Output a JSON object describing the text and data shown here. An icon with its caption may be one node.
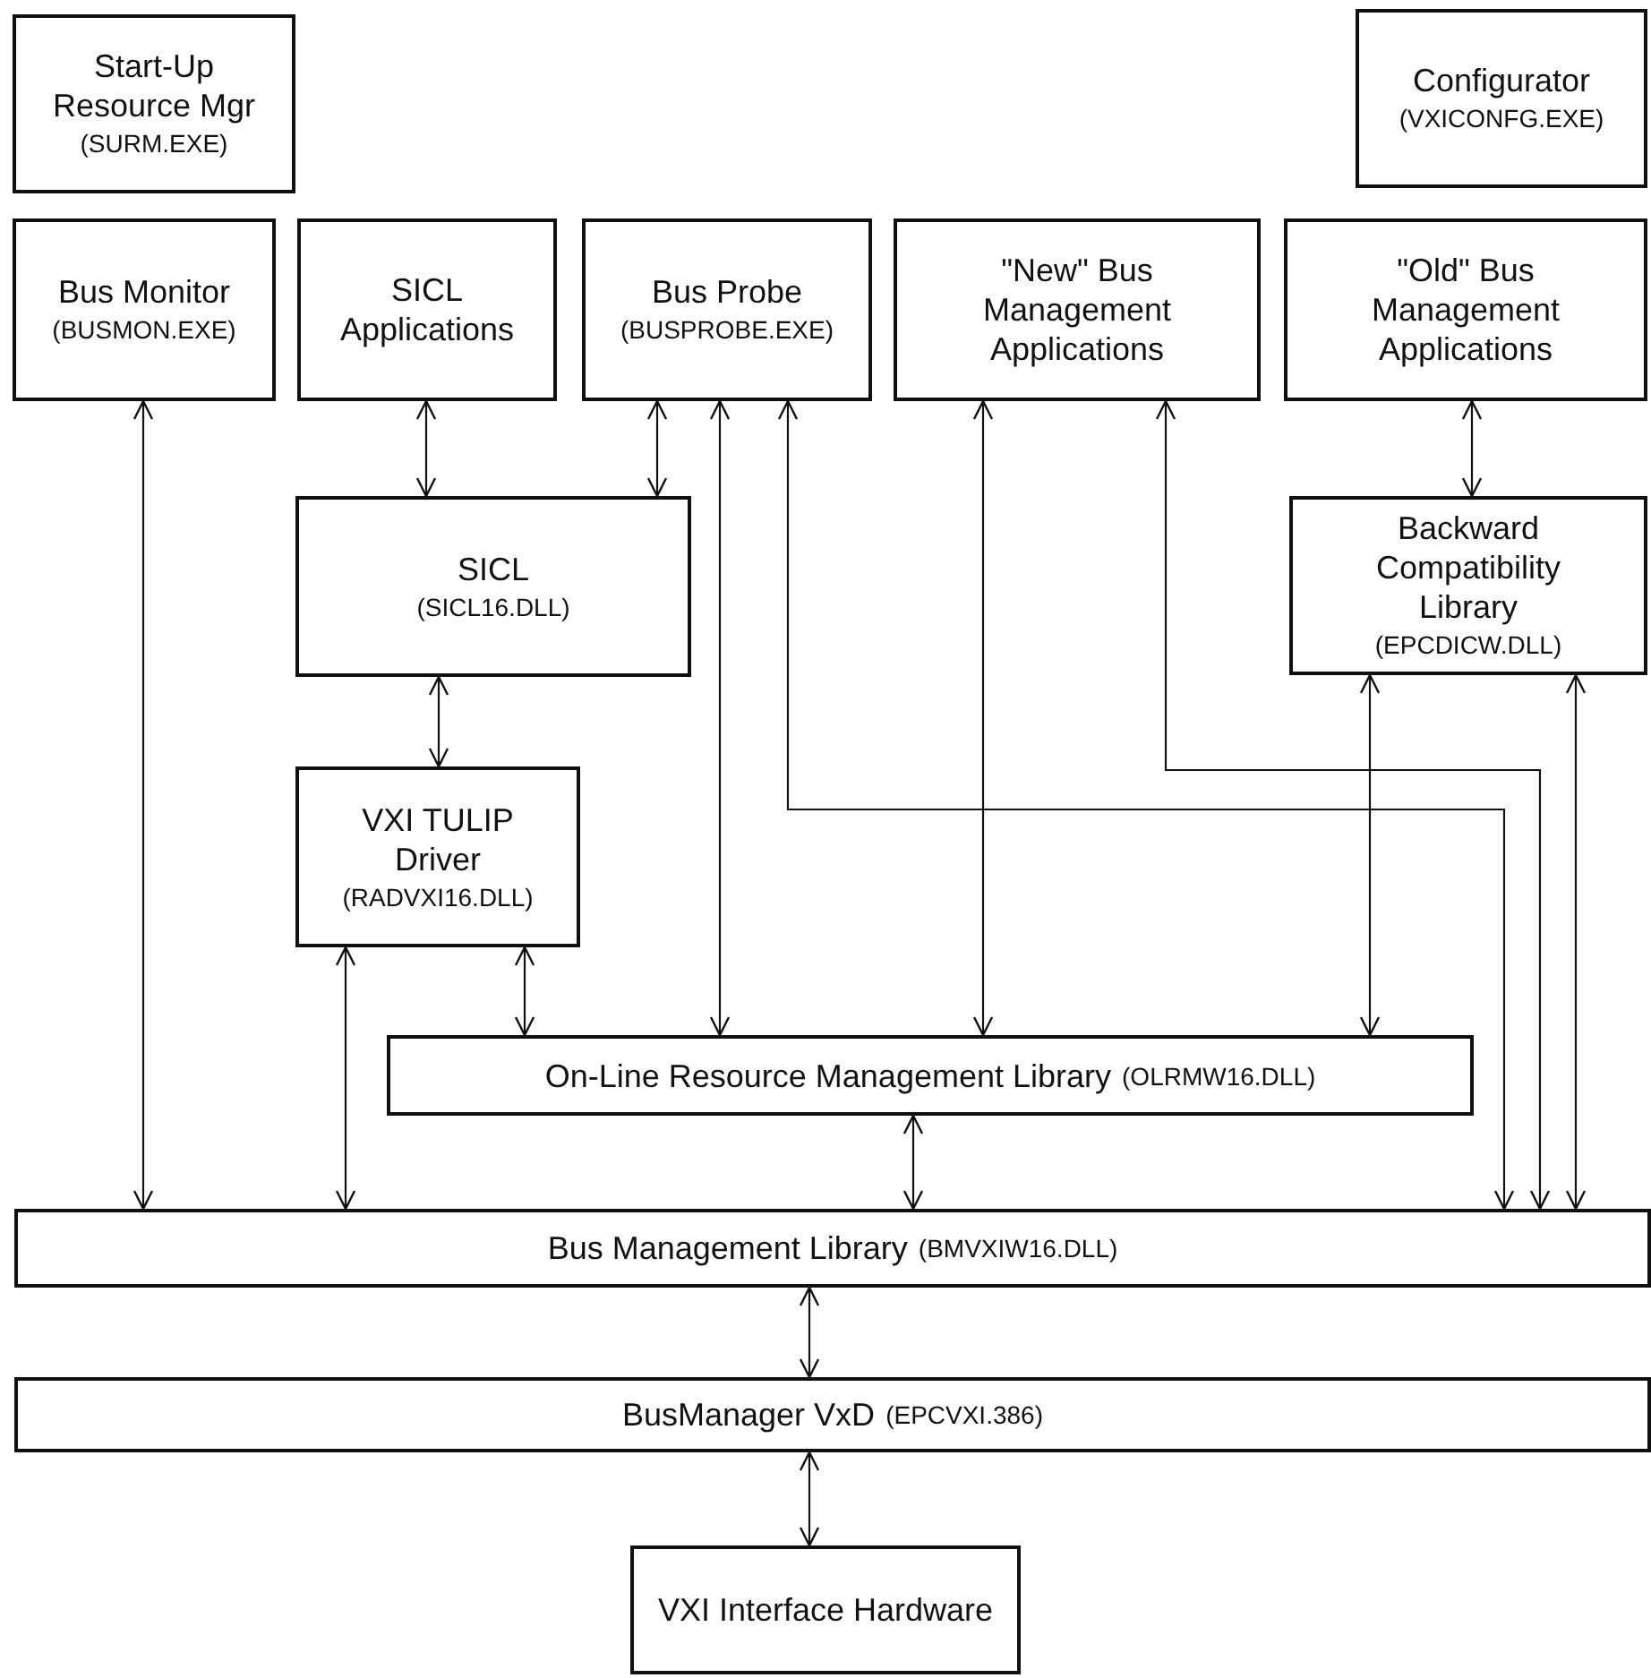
{
  "diagram": {
    "nodes": [
      {
        "text": [
          "Start-Up Resource Mgr",
          "(SURM.EXE)"
        ]
      },
      {
        "text": [
          "Configurator",
          "(VXICONFG.EXE)"
        ]
      },
      {
        "text": [
          "Bus Monitor",
          "(BUSMON.EXE)"
        ]
      },
      {
        "text": [
          "SICL Applications"
        ]
      },
      {
        "text": [
          "Bus Probe",
          "(BUSPROBE.EXE)"
        ]
      },
      {
        "text": [
          "\"New\" Bus Management Applications"
        ]
      },
      {
        "text": [
          "\"Old\" Bus Management Applications"
        ]
      },
      {
        "text": [
          "SICL",
          "(SICL16.DLL)"
        ]
      },
      {
        "text": [
          "Backward Compatibility Library",
          "(EPCDICW.DLL)"
        ]
      },
      {
        "text": [
          "VXI TULIP Driver",
          "(RADVXI16.DLL)"
        ]
      },
      {
        "text": [
          "On-Line Resource Management Library",
          "(OLRMW16.DLL)"
        ]
      },
      {
        "text": [
          "Bus Management Library",
          "(BMVXIW16.DLL)"
        ]
      },
      {
        "text": [
          "BusManager VxD",
          "(EPCVXI.386)"
        ]
      },
      {
        "text": [
          "VXI Interface Hardware"
        ]
      }
    ],
    "edges": [
      {
        "from": 2,
        "to": 11,
        "arrow": "both"
      },
      {
        "from": 3,
        "to": 7,
        "arrow": "both"
      },
      {
        "from": 4,
        "to": 7,
        "arrow": "both"
      },
      {
        "from": 4,
        "to": 10,
        "arrow": "both"
      },
      {
        "from": 4,
        "to": 11,
        "arrow": "both"
      },
      {
        "from": 5,
        "to": 10,
        "arrow": "both"
      },
      {
        "from": 5,
        "to": 11,
        "arrow": "both"
      },
      {
        "from": 6,
        "to": 8,
        "arrow": "both"
      },
      {
        "from": 8,
        "to": 10,
        "arrow": "both"
      },
      {
        "from": 8,
        "to": 11,
        "arrow": "both"
      },
      {
        "from": 7,
        "to": 9,
        "arrow": "both"
      },
      {
        "from": 9,
        "to": 11,
        "arrow": "both"
      },
      {
        "from": 9,
        "to": 10,
        "arrow": "both"
      },
      {
        "from": 10,
        "to": 11,
        "arrow": "both"
      },
      {
        "from": 11,
        "to": 12,
        "arrow": "both"
      },
      {
        "from": 12,
        "to": 13,
        "arrow": "both"
      }
    ]
  }
}
